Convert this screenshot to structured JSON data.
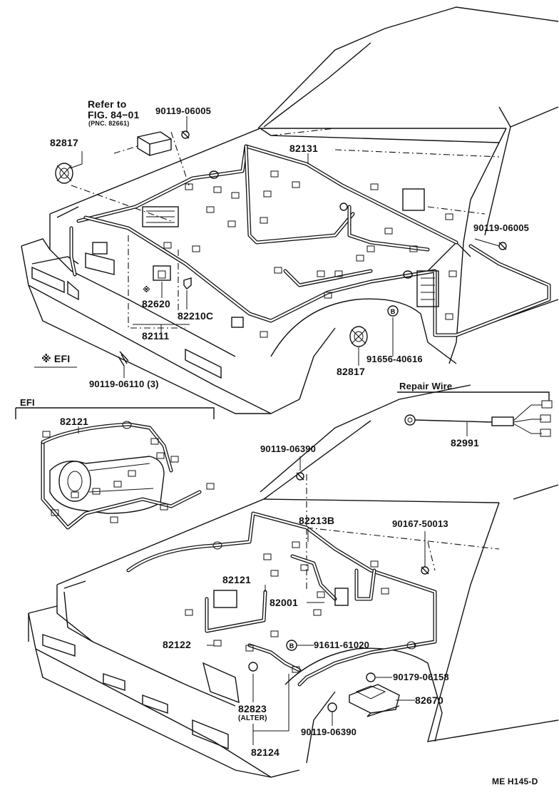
{
  "diagram": {
    "code": "ME H145-D",
    "refer_to": {
      "line1": "Refer to",
      "line2": "FIG. 84−01",
      "line3": "(PNC. 82661)"
    },
    "efi_note": "※ EFI",
    "efi_section_title": "EFI",
    "repair_wire_title": "Repair Wire",
    "asterisk": "※",
    "top_labels": {
      "l82817_left": "82817",
      "l90119_06005_top": "90119-06005",
      "l82131": "82131",
      "l90119_06005_right": "90119-06005",
      "l82620": "82620",
      "l82210c": "82210C",
      "l82111": "82111",
      "l91656": "91656-40616",
      "l82817_bottom": "82817",
      "l90119_06110": "90119-06110 (3)",
      "l82121_efi": "82121",
      "l82991": "82991"
    },
    "bottom_labels": {
      "l90119_06390_top": "90119-06390",
      "l82213b": "82213B",
      "l90167": "90167-50013",
      "l82121": "82121",
      "l82001": "82001",
      "l82122": "82122",
      "l91611": "91611-61020",
      "l90179": "90179-06158",
      "l82670": "82670",
      "l82823": "82823",
      "l_alter": "(ALTER)",
      "l90119_06390_bottom": "90119-06390",
      "l82124": "82124"
    },
    "bolt_symbol": "B"
  }
}
